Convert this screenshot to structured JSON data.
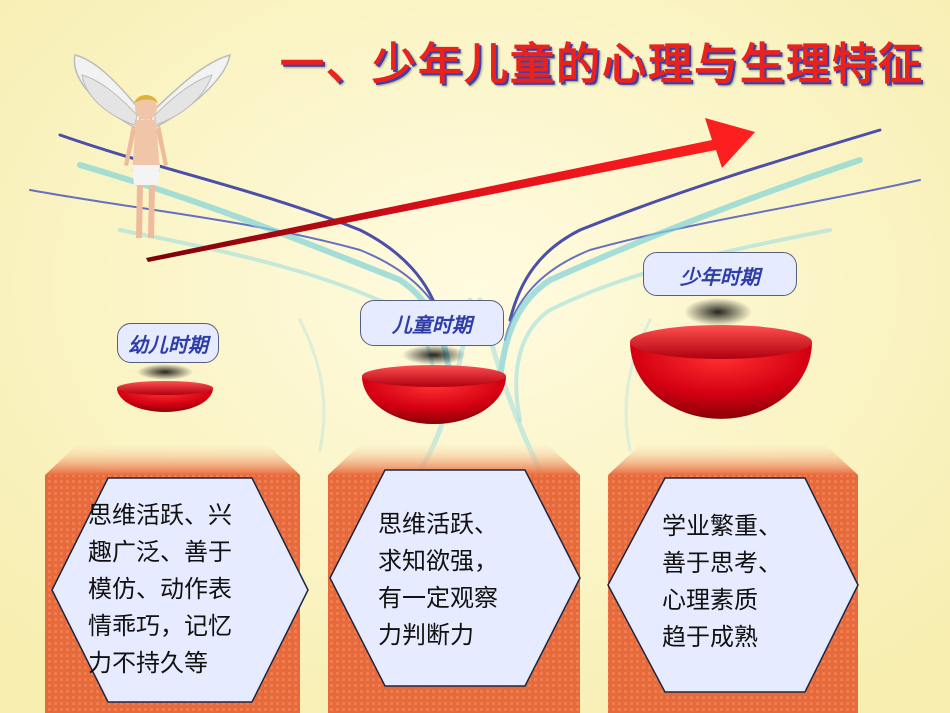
{
  "title": "一、少年儿童的心理与生理特征",
  "stages": [
    {
      "label": "幼儿时期",
      "lines": [
        "思维活跃、兴",
        "趣广泛、善于",
        "模仿、动作表",
        "情乖巧，记忆",
        "力不持久等"
      ]
    },
    {
      "label": "儿童时期",
      "lines": [
        "思维活跃、",
        "求知欲强，",
        "有一定观察",
        "力判断力"
      ]
    },
    {
      "label": "少年时期",
      "lines": [
        "学业繁重、",
        "善于思考、",
        "心理素质",
        "趋于成熟"
      ]
    }
  ],
  "icons": [
    "angel-icon",
    "arrow-icon",
    "bowl-icon"
  ],
  "colors": {
    "background": "#fbf7c8",
    "title": "#e8231e",
    "title_shadow": "#3a3fb0",
    "bowl": "#d40012",
    "box": "#e86a3c",
    "hexagon": "#e6ebff"
  }
}
